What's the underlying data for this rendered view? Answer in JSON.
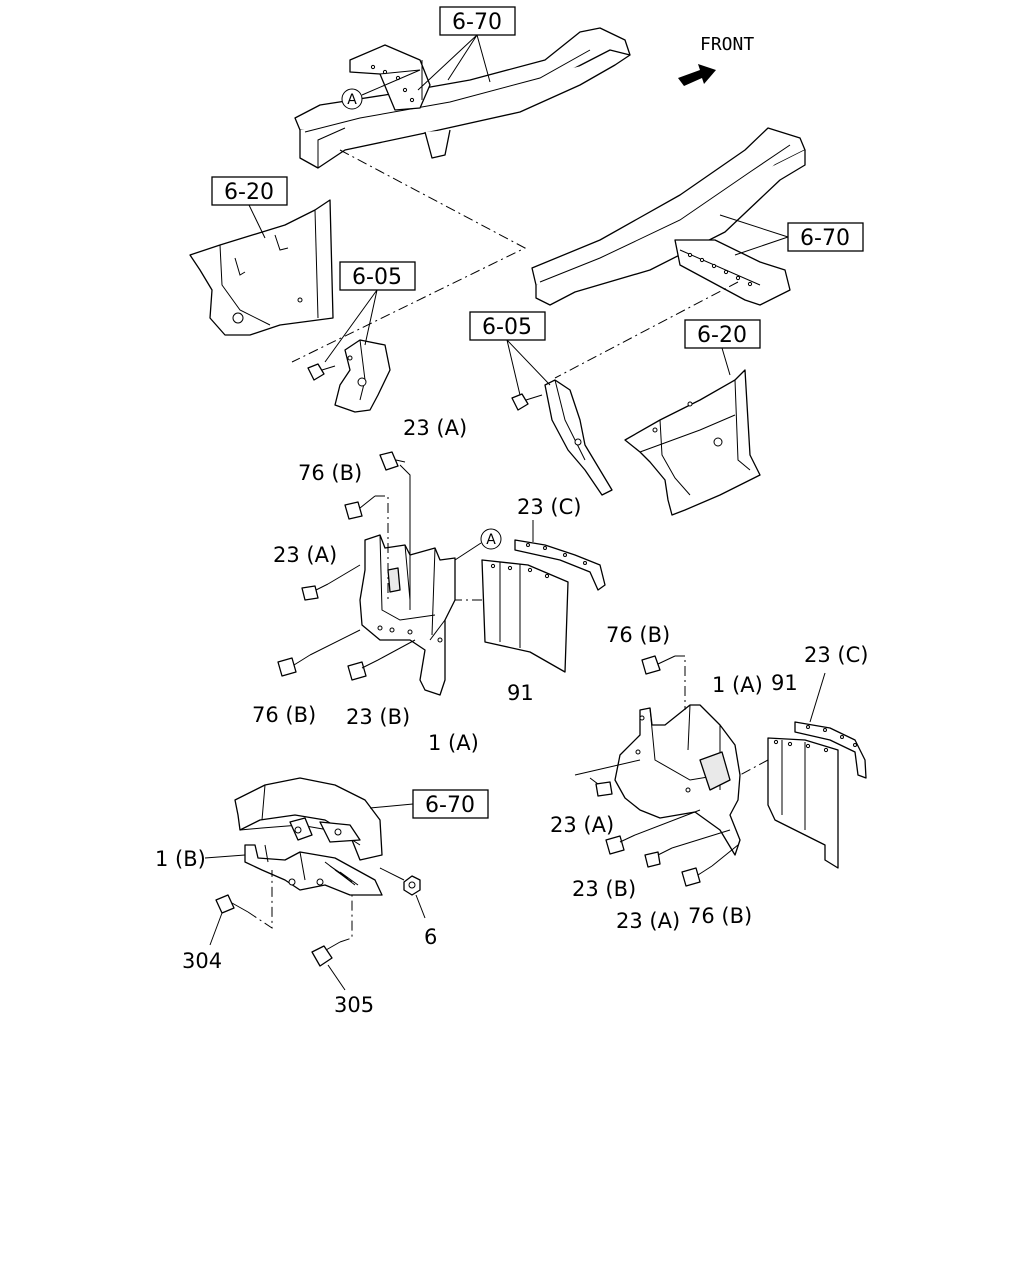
{
  "direction": {
    "label": "FRONT",
    "icon": "arrow-right-icon"
  },
  "references": {
    "frame_top": "6-70",
    "frame_right": "6-70",
    "fender_left": "6-20",
    "fender_right": "6-20",
    "bracket_left": "6-05",
    "bracket_right": "6-05",
    "wheel_house": "6-70"
  },
  "callouts": {
    "a_top": "A",
    "a_mid": "A"
  },
  "parts": {
    "p23a_top": "23 (A)",
    "p76b_left": "76 (B)",
    "p23a_left": "23 (A)",
    "p23c_mid": "23 (C)",
    "p76b_low": "76 (B)",
    "p23b_low": "23 (B)",
    "p1a_left": "1 (A)",
    "p91_left": "91",
    "p76b_right": "76 (B)",
    "p1a_right": "1 (A)",
    "p91_right": "91",
    "p23c_right": "23 (C)",
    "p23a_right": "23 (A)",
    "p23b_right": "23 (B)",
    "p23a_bottom": "23 (A)",
    "p76b_bottom": "76 (B)",
    "p1b": "1 (B)",
    "p6": "6",
    "p304": "304",
    "p305": "305"
  }
}
